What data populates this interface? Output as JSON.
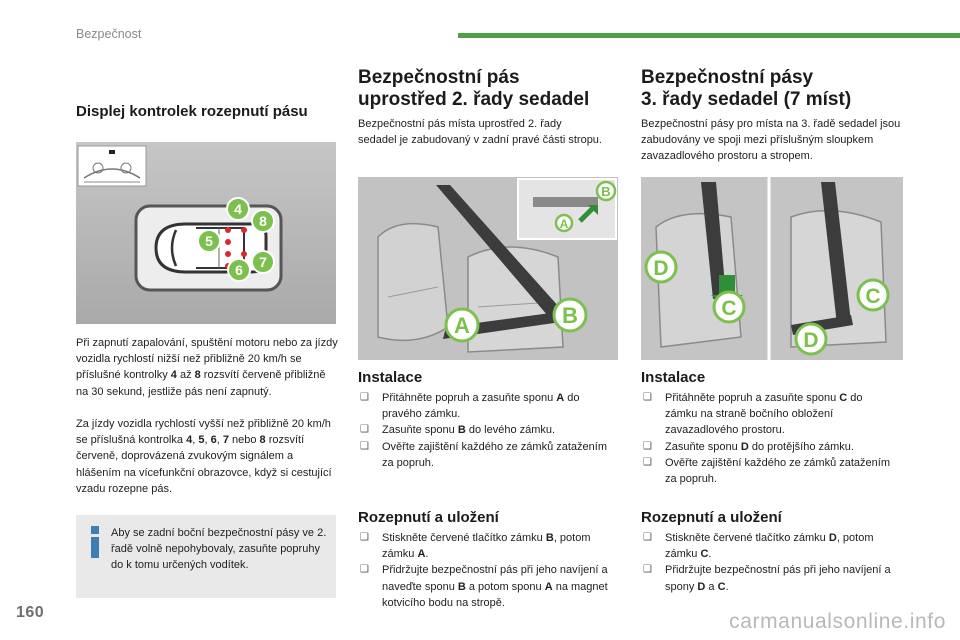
{
  "page": {
    "section_label": "Bezpečnost",
    "page_number": "160",
    "watermark": "carmanualsonline.info",
    "accent_color": "#4f9f49"
  },
  "col1": {
    "title": "Displej kontrolek rozepnutí pásu",
    "figure": {
      "markers": [
        "4",
        "8",
        "5",
        "6",
        "7"
      ],
      "accent_color": "#7cc04d",
      "led_color": "#d9282f"
    },
    "p1_a": "Při zapnutí zapalování, spuštění motoru nebo za jízdy vozidla rychlostí nižší než přibližně 20 km/h se příslušné kontrolky ",
    "p1_b1": "4",
    "p1_mid": " až ",
    "p1_b2": "8",
    "p1_c": " rozsvítí červeně přibližně na 30 sekund, jestliže pás není zapnutý.",
    "p2_a": "Za jízdy vozidla rychlostí vyšší než přibližně 20 km/h se příslušná kontrolka ",
    "p2_b1": "4",
    "p2_s1": ", ",
    "p2_b2": "5",
    "p2_s2": ", ",
    "p2_b3": "6",
    "p2_s3": ", ",
    "p2_b4": "7",
    "p2_mid": " nebo ",
    "p2_b5": "8",
    "p2_c": " rozsvítí červeně, doprovázená zvukovým signálem a hlášením na vícefunkční obrazovce, když si cestující vzadu rozepne pás.",
    "info": "Aby se zadní boční bezpečnostní pásy ve 2. řadě volně nepohybovaly, zasuňte popruhy do k tomu určených vodítek."
  },
  "col2": {
    "title_l1": "Bezpečnostní pás",
    "title_l2": "uprostřed 2. řady sedadel",
    "intro": "Bezpečnostní pás místa uprostřed 2. řady sedadel je zabudovaný v zadní pravé části stropu.",
    "figure": {
      "labels": [
        "A",
        "B",
        "B",
        "A"
      ]
    },
    "install_title": "Instalace",
    "install": [
      {
        "a": "Přitáhněte popruh a zasuňte sponu ",
        "b": "A",
        "c": " do pravého zámku."
      },
      {
        "a": "Zasuňte sponu ",
        "b": "B",
        "c": " do levého zámku."
      },
      {
        "a": "Ověřte zajištění každého ze zámků zatažením za popruh.",
        "b": "",
        "c": ""
      }
    ],
    "release_title": "Rozepnutí a uložení",
    "release": [
      {
        "a": "Stiskněte červené tlačítko zámku ",
        "b": "B",
        "c": ", potom zámku ",
        "d": "A",
        "e": "."
      },
      {
        "a": "Přidržujte bezpečnostní pás při jeho navíjení a naveďte sponu ",
        "b": "B",
        "c": " a potom sponu ",
        "d": "A",
        "e": " na magnet kotvicího bodu na stropě."
      }
    ]
  },
  "col3": {
    "title_l1": "Bezpečnostní pásy",
    "title_l2": "3. řady sedadel (7 míst)",
    "intro": "Bezpečnostní pásy pro místa na 3. řadě sedadel jsou zabudovány ve spoji mezi příslušným sloupkem zavazadlového prostoru a stropem.",
    "figure": {
      "labels": [
        "D",
        "C",
        "C",
        "D"
      ]
    },
    "install_title": "Instalace",
    "install": [
      {
        "a": "Přitáhněte popruh a zasuňte sponu ",
        "b": "C",
        "c": " do zámku na straně bočního obložení zavazadlového prostoru."
      },
      {
        "a": "Zasuňte sponu ",
        "b": "D",
        "c": " do protějšího zámku."
      },
      {
        "a": "Ověřte zajištění každého ze zámků zatažením za popruh.",
        "b": "",
        "c": ""
      }
    ],
    "release_title": "Rozepnutí a uložení",
    "release": [
      {
        "a": "Stiskněte červené tlačítko zámku ",
        "b": "D",
        "c": ", potom zámku ",
        "d": "C",
        "e": "."
      },
      {
        "a": "Přidržujte bezpečnostní pás při jeho navíjení a spony ",
        "b": "D",
        "c": " a ",
        "d": "C",
        "e": "."
      }
    ]
  }
}
